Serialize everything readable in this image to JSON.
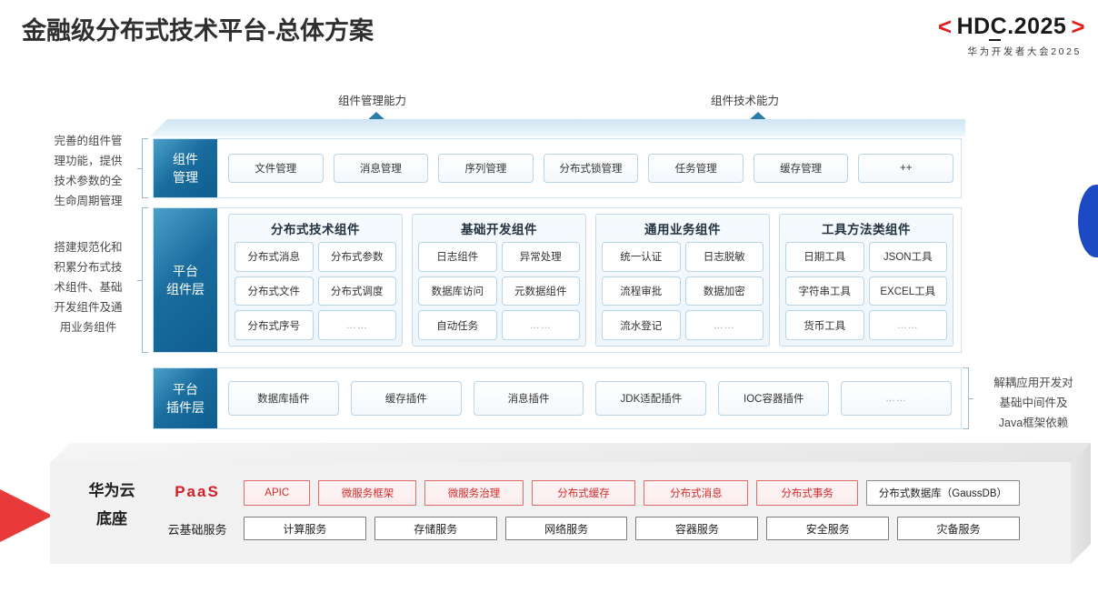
{
  "header": {
    "title": "金融级分布式技术平台-总体方案",
    "logo": {
      "left_bracket": "<",
      "text": "HDC.2025",
      "right_bracket": ">",
      "subtitle": "华为开发者大会2025"
    }
  },
  "arrows": [
    {
      "label": "组件管理能力"
    },
    {
      "label": "组件技术能力"
    }
  ],
  "side_notes": {
    "left_top": "完善的组件管理功能，提供技术参数的全生命周期管理",
    "left_top_lines": [
      "完善的组件管",
      "理功能，提供",
      "技术参数的全",
      "生命周期管理"
    ],
    "left_bottom_lines": [
      "搭建规范化和",
      "积累分布式技",
      "术组件、基础",
      "开发组件及通",
      "用业务组件"
    ],
    "right_lines": [
      "解耦应用开发对",
      "基础中间件及",
      "Java框架依赖"
    ]
  },
  "component_management": {
    "label_lines": [
      "组件",
      "管理"
    ],
    "items": [
      "文件管理",
      "消息管理",
      "序列管理",
      "分布式锁管理",
      "任务管理",
      "缓存管理",
      "++"
    ]
  },
  "platform_component_layer": {
    "label_lines": [
      "平台",
      "组件层"
    ],
    "groups": [
      {
        "title": "分布式技术组件",
        "items": [
          "分布式消息",
          "分布式参数",
          "分布式文件",
          "分布式调度",
          "分布式序号",
          "……"
        ]
      },
      {
        "title": "基础开发组件",
        "items": [
          "日志组件",
          "异常处理",
          "数据库访问",
          "元数据组件",
          "自动任务",
          "……"
        ]
      },
      {
        "title": "通用业务组件",
        "items": [
          "统一认证",
          "日志脱敏",
          "流程审批",
          "数据加密",
          "流水登记",
          "……"
        ]
      },
      {
        "title": "工具方法类组件",
        "items": [
          "日期工具",
          "JSON工具",
          "字符串工具",
          "EXCEL工具",
          "货币工具",
          "……"
        ]
      }
    ]
  },
  "platform_plugin_layer": {
    "label_lines": [
      "平台",
      "插件层"
    ],
    "items": [
      "数据库插件",
      "缓存插件",
      "消息插件",
      "JDK适配插件",
      "IOC容器插件",
      "……"
    ]
  },
  "huawei_cloud_base": {
    "title_lines": [
      "华为云",
      "底座"
    ],
    "paas_label": "PaaS",
    "cloud_label": "云基础服务",
    "paas_items": [
      {
        "label": "APIC",
        "style": "red",
        "flex": 0.62
      },
      {
        "label": "微服务框架",
        "style": "red",
        "flex": 0.92
      },
      {
        "label": "微服务治理",
        "style": "red",
        "flex": 0.92
      },
      {
        "label": "分布式缓存",
        "style": "red",
        "flex": 0.98
      },
      {
        "label": "分布式消息",
        "style": "red",
        "flex": 0.98
      },
      {
        "label": "分布式事务",
        "style": "red",
        "flex": 0.95
      },
      {
        "label": "分布式数据库（GaussDB）",
        "style": "neutral",
        "flex": 1.45
      }
    ],
    "cloud_items": [
      "计算服务",
      "存储服务",
      "网络服务",
      "容器服务",
      "安全服务",
      "灾备服务"
    ]
  },
  "colors": {
    "brand_red": "#e8393b",
    "accent_blue": "#1a6d9e",
    "lens_blue": "#1b4ac4",
    "paas_red": "#d42a2a"
  }
}
